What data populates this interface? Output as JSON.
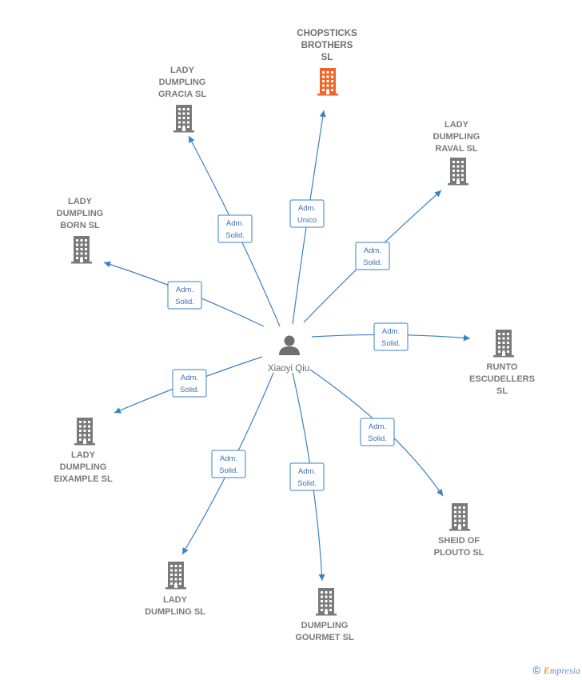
{
  "person": {
    "name": "Xiaoyi Qiu",
    "icon": "person-icon"
  },
  "companies": [
    {
      "id": "chopsticks",
      "lines": [
        "CHOPSTICKS",
        "BROTHERS",
        "SL"
      ],
      "role": [
        "Adm.",
        "Unico"
      ],
      "highlight": true
    },
    {
      "id": "gracia",
      "lines": [
        "LADY",
        "DUMPLING",
        "GRACIA  SL"
      ],
      "role": [
        "Adm.",
        "Solid."
      ],
      "highlight": false
    },
    {
      "id": "raval",
      "lines": [
        "LADY",
        "DUMPLING",
        "RAVAL  SL"
      ],
      "role": [
        "Adm.",
        "Solid."
      ],
      "highlight": false
    },
    {
      "id": "born",
      "lines": [
        "LADY",
        "DUMPLING",
        "BORN  SL"
      ],
      "role": [
        "Adm.",
        "Solid."
      ],
      "highlight": false
    },
    {
      "id": "runto",
      "lines": [
        "RUNTO",
        "ESCUDELLERS",
        "SL"
      ],
      "role": [
        "Adm.",
        "Solid."
      ],
      "highlight": false
    },
    {
      "id": "eixample",
      "lines": [
        "LADY",
        "DUMPLING",
        "EIXAMPLE  SL"
      ],
      "role": [
        "Adm.",
        "Solid."
      ],
      "highlight": false
    },
    {
      "id": "sheid",
      "lines": [
        "SHEID OF",
        "PLOUTO  SL"
      ],
      "role": [
        "Adm.",
        "Solid."
      ],
      "highlight": false
    },
    {
      "id": "ladysl",
      "lines": [
        "LADY",
        "DUMPLING  SL"
      ],
      "role": [
        "Adm.",
        "Solid."
      ],
      "highlight": false
    },
    {
      "id": "gourmet",
      "lines": [
        "DUMPLING",
        "GOURMET  SL"
      ],
      "role": [
        "Adm.",
        "Solid."
      ],
      "highlight": false
    }
  ],
  "colors": {
    "edge": "#3b82c4",
    "building": "#7a7a7a",
    "highlight": "#f0652a",
    "person": "#6e6e6e"
  },
  "footer": {
    "copyright_symbol": "©",
    "brand_initial": "E",
    "brand_rest": "mpresia"
  }
}
